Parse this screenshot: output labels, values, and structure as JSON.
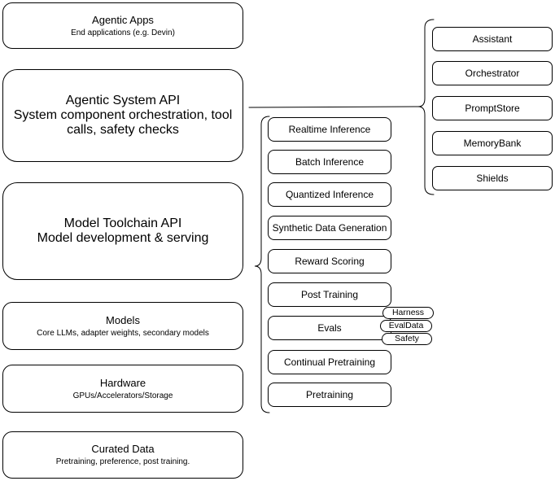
{
  "diagram": {
    "title_implicit": "Agentic system stack diagram",
    "colors": {
      "stroke": "#000000",
      "fill": "#ffffff",
      "background": "#ffffff",
      "text": "#000000"
    },
    "left_column": [
      {
        "title": "Agentic Apps",
        "subtitle": "End applications (e.g. Devin)"
      },
      {
        "title": "Agentic System API",
        "subtitle": "System component orchestration, tool calls, safety checks"
      },
      {
        "title": "Model Toolchain API",
        "subtitle": "Model development & serving"
      },
      {
        "title": "Models",
        "subtitle": "Core LLMs, adapter weights, secondary models"
      },
      {
        "title": "Hardware",
        "subtitle": "GPUs/Accelerators/Storage"
      },
      {
        "title": "Curated Data",
        "subtitle": "Pretraining, preference, post training."
      }
    ],
    "toolchain_services": [
      "Realtime Inference",
      "Batch Inference",
      "Quantized Inference",
      "Synthetic Data Generation",
      "Reward Scoring",
      "Post Training",
      "Evals",
      "Continual Pretraining",
      "Pretraining"
    ],
    "evals_tags": [
      "Harness",
      "EvalData",
      "Safety"
    ],
    "system_components": [
      "Assistant",
      "Orchestrator",
      "PromptStore",
      "MemoryBank",
      "Shields"
    ]
  }
}
